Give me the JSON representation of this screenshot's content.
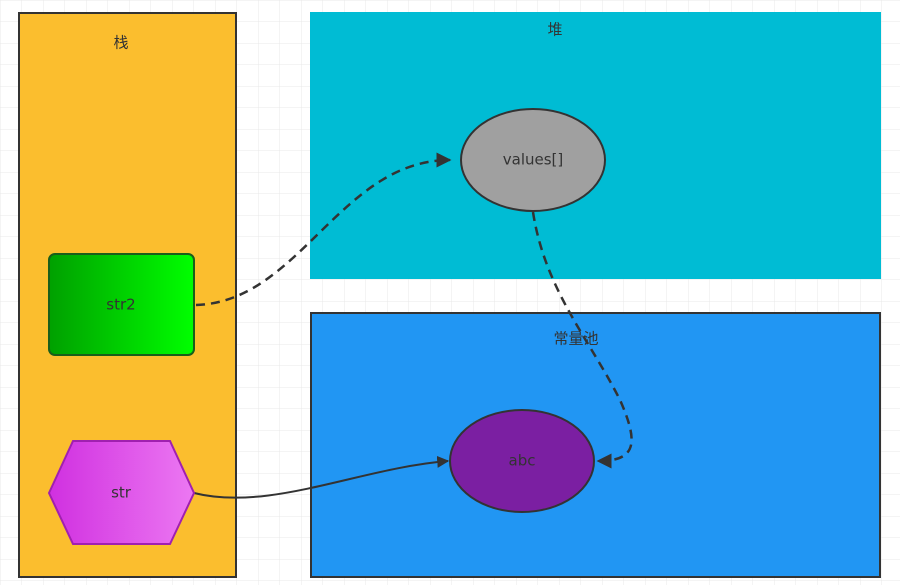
{
  "regions": {
    "stack": {
      "label": "栈",
      "color": "#FBBE2E"
    },
    "heap": {
      "label": "堆",
      "color": "#00BCD4"
    },
    "constant_pool": {
      "label": "常量池",
      "color": "#2196F3"
    }
  },
  "nodes": {
    "str2": {
      "label": "str2",
      "shape": "rounded-rectangle"
    },
    "str": {
      "label": "str",
      "shape": "hexagon"
    },
    "values": {
      "label": "values[]",
      "shape": "ellipse",
      "color": "#A0A0A0"
    },
    "abc": {
      "label": "abc",
      "shape": "ellipse",
      "color": "#7B1FA2"
    }
  },
  "edges": [
    {
      "from": "str2",
      "to": "values[]",
      "style": "dashed"
    },
    {
      "from": "values[]",
      "to": "abc",
      "style": "dashed"
    },
    {
      "from": "str",
      "to": "abc",
      "style": "solid"
    }
  ]
}
